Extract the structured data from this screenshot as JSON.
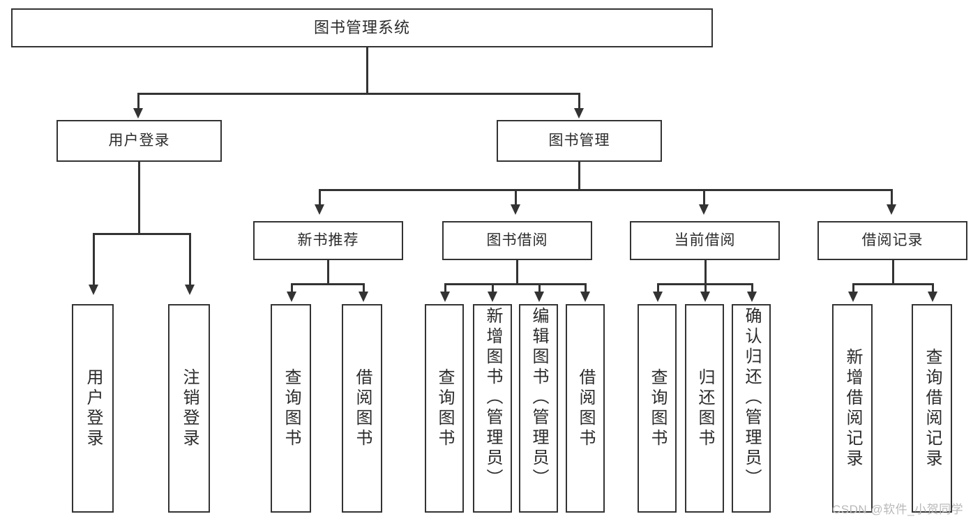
{
  "diagram": {
    "title": "图书管理系统",
    "type": "hierarchy-tree",
    "root": {
      "label": "图书管理系统"
    },
    "level2": [
      {
        "label": "用户登录"
      },
      {
        "label": "图书管理"
      }
    ],
    "level3": [
      {
        "label": "新书推荐"
      },
      {
        "label": "图书借阅"
      },
      {
        "label": "当前借阅"
      },
      {
        "label": "借阅记录"
      }
    ],
    "leaves": {
      "user_login": [
        {
          "label": "用户登录"
        },
        {
          "label": "注销登录"
        }
      ],
      "new_book_recommend": [
        {
          "label": "查询图书"
        },
        {
          "label": "借阅图书"
        }
      ],
      "book_borrow": [
        {
          "label": "查询图书"
        },
        {
          "label": "新增图书（管理员）"
        },
        {
          "label": "编辑图书（管理员）"
        },
        {
          "label": "借阅图书"
        }
      ],
      "current_borrow": [
        {
          "label": "查询图书"
        },
        {
          "label": "归还图书"
        },
        {
          "label": "确认归还（管理员）"
        }
      ],
      "borrow_record": [
        {
          "label": "新增借阅记录"
        },
        {
          "label": "查询借阅记录"
        }
      ]
    }
  },
  "watermark": {
    "text": "CSDN @软件_小贺同学"
  },
  "colors": {
    "stroke": "#333333",
    "background": "#ffffff",
    "text": "#2b2b2b",
    "watermark": "#b9b9b9"
  }
}
